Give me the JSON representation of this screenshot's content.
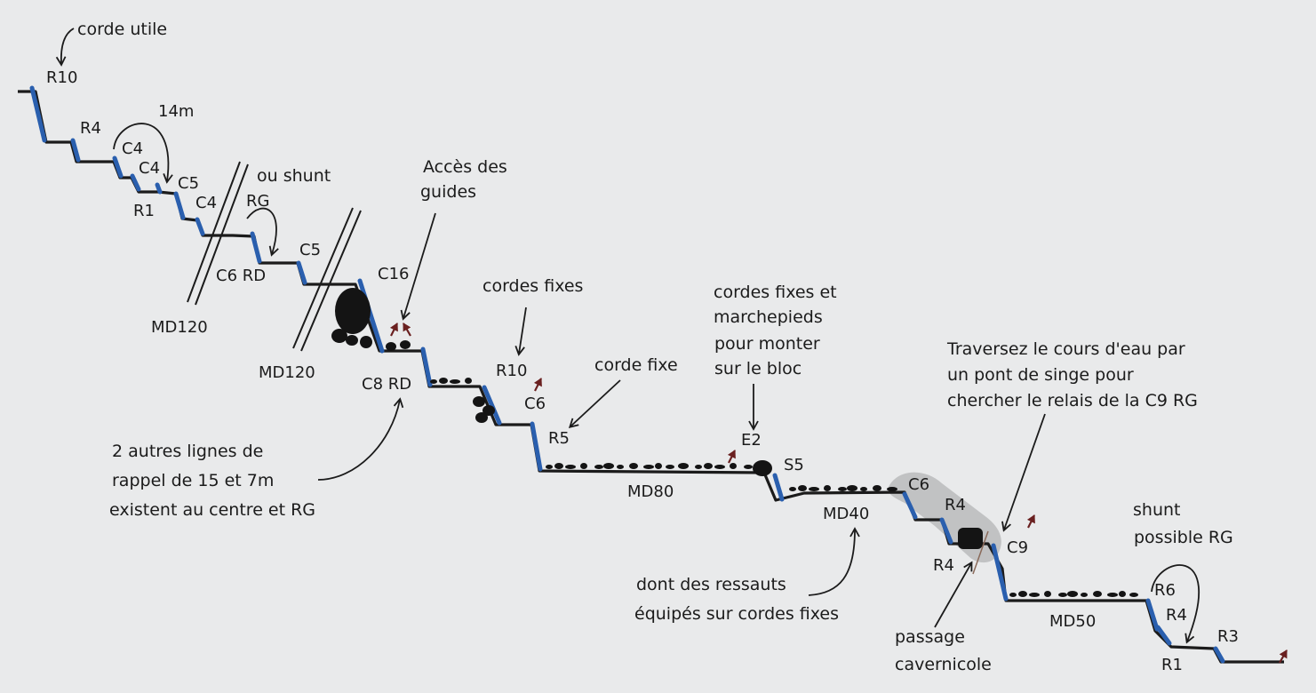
{
  "colors": {
    "background": "#e9eaeb",
    "profile_line": "#1b1b1b",
    "rope_blue": "#2a5fae",
    "rock": "#141414",
    "cave_gray": "#bdbebf",
    "arrow_red": "#6a2020"
  },
  "labels": {
    "corde_utile": "corde utile",
    "r10_top": "R10",
    "r4_top": "R4",
    "m14": "14m",
    "c4_a": "C4",
    "c4_b": "C4",
    "c5_a": "C5",
    "r1_a": "R1",
    "c4_c": "C4",
    "ou_shunt": "ou shunt",
    "rg_a": "RG",
    "c6_rd": "C6 RD",
    "c5_b": "C5",
    "md120_a": "MD120",
    "md120_b": "MD120",
    "acces_des": "Accès des",
    "guides": "guides",
    "c16": "C16",
    "c8_rd": "C8 RD",
    "cordes_fixes": "cordes fixes",
    "r10_mid": "R10",
    "c6_mid": "C6",
    "corde_fixe": "corde fixe",
    "r5": "R5",
    "md80": "MD80",
    "cordes_fixes_et": "cordes fixes et",
    "marchepieds": "marchepieds",
    "pour_monter": "pour monter",
    "sur_le_bloc": "sur le bloc",
    "e2": "E2",
    "s5": "S5",
    "md40": "MD40",
    "autres_1": "2 autres lignes de",
    "autres_2": "rappel de 15 et 7m",
    "autres_3": "existent au centre et RG",
    "dont_1": "dont des ressauts",
    "dont_2": "équipés sur cordes fixes",
    "traversez_1": "Traversez le cours d'eau par",
    "traversez_2": "un pont de singe pour",
    "traversez_3": "chercher le relais de la C9 RG",
    "c6_right": "C6",
    "r4_right": "R4",
    "c9": "C9",
    "r4_cave": "R4",
    "passage": "passage",
    "cavernicole": "cavernicole",
    "md50": "MD50",
    "shunt": "shunt",
    "possible_rg": "possible RG",
    "r6": "R6",
    "r4_end": "R4",
    "r3": "R3",
    "r1_end": "R1"
  }
}
